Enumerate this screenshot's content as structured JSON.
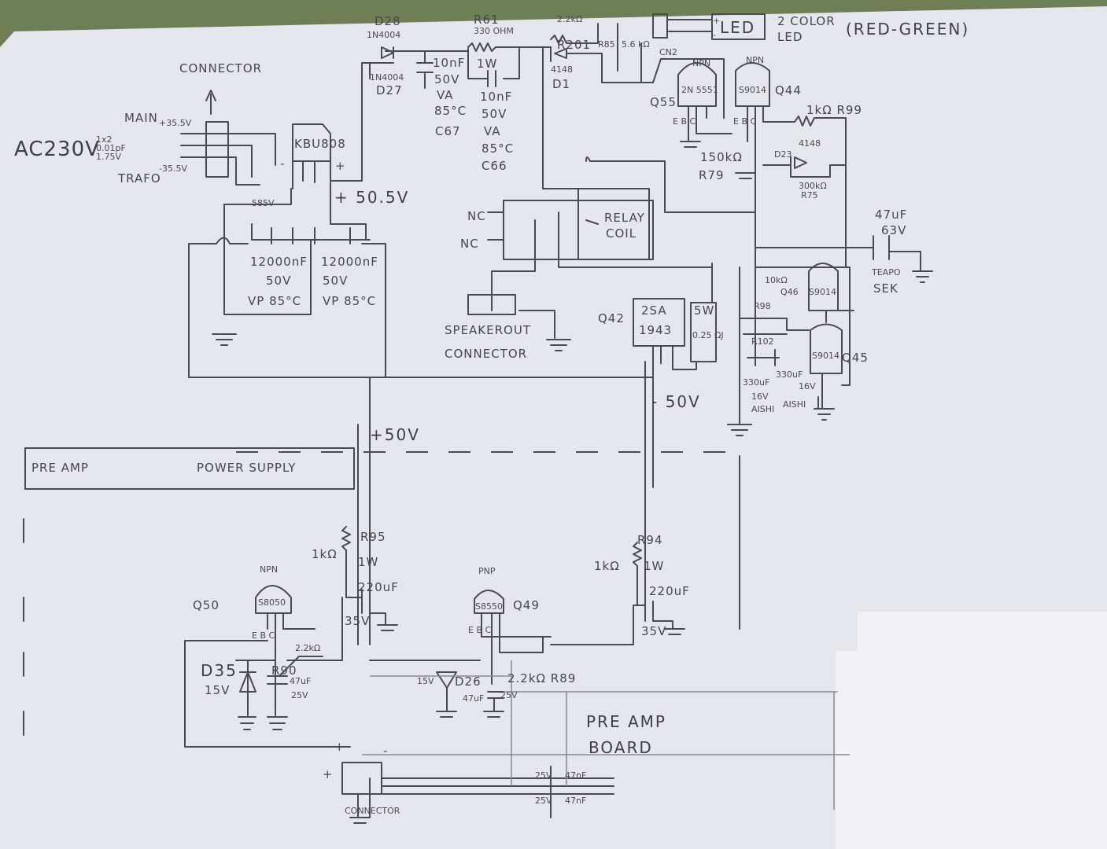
{
  "colors": {
    "paper": "#e6e7ec",
    "pencil": "#4a4b52",
    "background": "#6f7f55",
    "patch": "#f2f2f4"
  },
  "labels": {
    "connector_top": "CONNECTOR",
    "ac": "AC230V",
    "trafo_spec1": "1x2",
    "trafo_spec2": "0.01pF",
    "trafo_spec3": "1.75V",
    "main": "MAIN",
    "plus355": "+35.5V",
    "minus355": "-35.5V",
    "trafo": "TRAFO",
    "bridge": "KBU808",
    "gnd_v": "585V",
    "plus505": "+ 50.5V",
    "d28": "D28",
    "d28_part": "1N4004",
    "d27_part": "1N4004",
    "d27": "D27",
    "c67_val": "10nF",
    "c67_v": "50V",
    "c67_t": "VA",
    "c67_temp": "85°C",
    "c67": "C67",
    "r61": "R61",
    "r61_val": "330 OHM",
    "r61_w": "1W",
    "c66_val": "10nF",
    "c66_v": "50V",
    "c66_t": "VA",
    "c66_temp": "85°C",
    "c66": "C66",
    "r201_val": "2.2kΩ",
    "r201": "R201",
    "d1_part": "4148",
    "d1": "D1",
    "r85": "R85",
    "r85_val": "5.6 kΩ",
    "cn2": "CN2",
    "led": "LED",
    "led_plus": "+",
    "led_minus": "-",
    "led_desc1": "2 COLOR",
    "led_desc2": "LED",
    "led_desc3": "(RED-GREEN)",
    "q55_type": "NPN",
    "q55_part": "2N 5551",
    "q55": "Q55",
    "q44_type": "NPN",
    "q44_part": "S9014",
    "q44": "Q44",
    "ebc": "E B C",
    "r99": "1kΩ R99",
    "d23": "D23",
    "d23_part": "4148",
    "r79_val": "150kΩ",
    "r79": "R79",
    "r75_val": "300kΩ",
    "r75": "R75",
    "cap_big1": "12000nF",
    "cap_big2": "12000nF",
    "cap_big_v": "50V",
    "cap_big_t": "VP 85°C",
    "nc": "NC",
    "relay": "RELAY",
    "coil": "COIL",
    "speaker": "SPEAKEROUT",
    "speaker2": "CONNECTOR",
    "c47_val": "47uF",
    "c47_v": "63V",
    "c47_t1": "TEAPO",
    "c47_t2": "SEK",
    "r10k": "10kΩ",
    "q46": "Q46",
    "q46_part": "S9014",
    "q45": "Q45",
    "q45_part": "S9014",
    "r98": "R98",
    "r102": "R102",
    "c330a": "330uF",
    "c330b": "330uF",
    "c16v": "16V",
    "aishi": "AISHI",
    "q42": "Q42",
    "q42_part1": "2SA",
    "q42_part2": "1943",
    "sw": "5W",
    "sw_val": "0.25 ΩJ",
    "minus50": "- 50V",
    "plus50": "+50V",
    "preamp": "PRE AMP",
    "power_supply": "POWER SUPPLY",
    "r95": "R95",
    "r95_val": "1kΩ",
    "r95_w": "1W",
    "c220a": "220uF",
    "c35a": "35V",
    "q50_type": "NPN",
    "q50_part": "S8050",
    "q50": "Q50",
    "r90_val": "2.2kΩ",
    "r90": "R90",
    "d35": "D35",
    "d35_v": "15V",
    "c47a": "47uF",
    "c25a": "25V",
    "q49_type": "PNP",
    "q49_part": "S8550",
    "q49": "Q49",
    "r94": "R94",
    "r94_val": "1kΩ",
    "r94_w": "1W",
    "c220b": "220uF",
    "c35b": "35V",
    "d26": "D26",
    "d26_v": "15V",
    "c47b": "47uF",
    "c25b": "25V",
    "r89": "2.2kΩ R89",
    "preamp_board1": "PRE AMP",
    "preamp_board2": "BOARD",
    "conn_bottom": "CONNECTOR",
    "c47c": "47nF",
    "c25c": "25V",
    "c47d": "47nF",
    "c25d": "25V",
    "plus": "+",
    "minus": "-"
  }
}
